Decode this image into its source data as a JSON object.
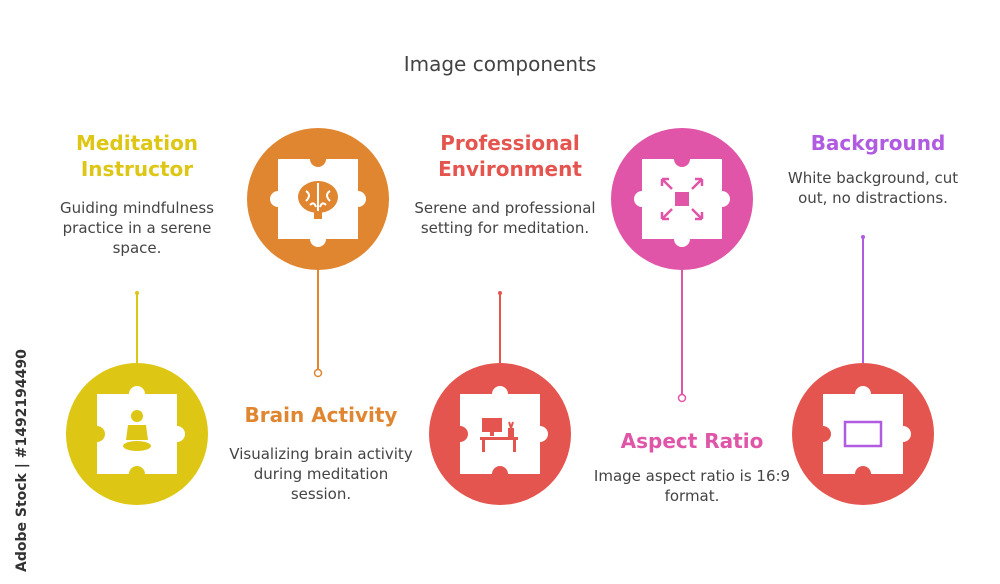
{
  "title": "Image components",
  "watermark_side": "Adobe Stock | #1492194490",
  "steps": [
    {
      "heading": "Meditation Instructor",
      "description": "Guiding mindfulness practice in a serene space.",
      "color": "#ddc714",
      "icon": "meditation-person-icon",
      "position": "bottom"
    },
    {
      "heading": "Brain Activity",
      "description": "Visualizing brain activity during meditation session.",
      "color": "#e08631",
      "icon": "brain-icon",
      "position": "top"
    },
    {
      "heading": "Professional Environment",
      "description": "Serene and professional setting for meditation.",
      "color": "#e5554f",
      "icon": "desk-computer-icon",
      "position": "bottom"
    },
    {
      "heading": "Aspect Ratio",
      "description": "Image aspect ratio is 16:9 format.",
      "color": "#e055a8",
      "icon": "expand-arrows-icon",
      "position": "top"
    },
    {
      "heading": "Background",
      "description": "White background, cut out, no distractions.",
      "color": "#b05be0",
      "circle_color": "#e5554f",
      "icon": "rectangle-frame-icon",
      "position": "bottom"
    }
  ]
}
